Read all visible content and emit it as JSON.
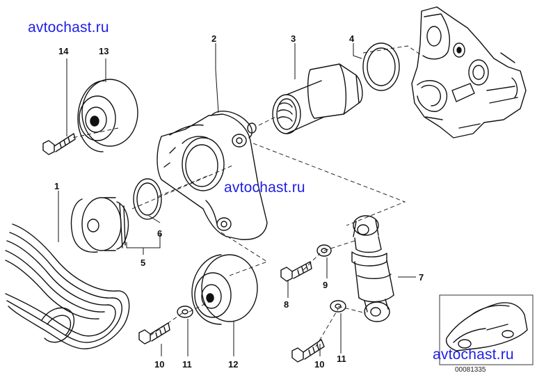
{
  "watermarks": [
    "avtochast.ru",
    "avtochast.ru",
    "avtochast.ru"
  ],
  "callouts": [
    {
      "id": "c1",
      "label": "1"
    },
    {
      "id": "c2",
      "label": "2"
    },
    {
      "id": "c3",
      "label": "3"
    },
    {
      "id": "c4",
      "label": "4"
    },
    {
      "id": "c5",
      "label": "5"
    },
    {
      "id": "c6",
      "label": "6"
    },
    {
      "id": "c7",
      "label": "7"
    },
    {
      "id": "c8",
      "label": "8"
    },
    {
      "id": "c9",
      "label": "9"
    },
    {
      "id": "c10a",
      "label": "10"
    },
    {
      "id": "c10b",
      "label": "10"
    },
    {
      "id": "c11a",
      "label": "11"
    },
    {
      "id": "c11b",
      "label": "11"
    },
    {
      "id": "c12",
      "label": "12"
    },
    {
      "id": "c13",
      "label": "13"
    },
    {
      "id": "c14",
      "label": "14"
    }
  ],
  "figure_number": "00081335"
}
